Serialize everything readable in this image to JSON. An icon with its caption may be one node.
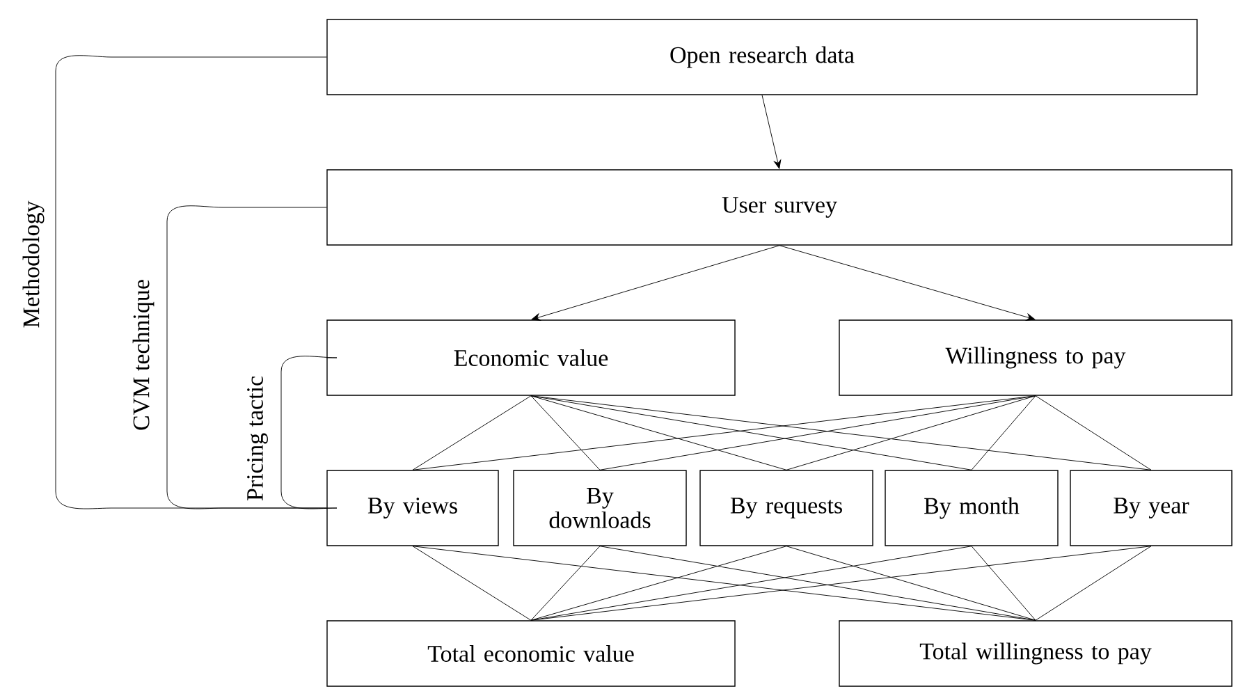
{
  "diagram": {
    "nodes": [
      {
        "text": [
          "Open research data"
        ]
      },
      {
        "text": [
          "User survey"
        ]
      },
      {
        "text": [
          "Economic value"
        ]
      },
      {
        "text": [
          "Willingness to pay"
        ]
      },
      {
        "text": [
          "By views"
        ]
      },
      {
        "text": [
          "By downloads"
        ]
      },
      {
        "text": [
          "By requests"
        ]
      },
      {
        "text": [
          "By month"
        ]
      },
      {
        "text": [
          "By year"
        ]
      },
      {
        "text": [
          "Total economic value"
        ]
      },
      {
        "text": [
          "Total willingness to pay"
        ]
      }
    ],
    "edges": [
      {
        "from": 0,
        "to": 1,
        "arrow": "to"
      },
      {
        "from": 1,
        "to": 2,
        "arrow": "to"
      },
      {
        "from": 1,
        "to": 3,
        "arrow": "to"
      },
      {
        "from": 2,
        "to": 4,
        "arrow": "none"
      },
      {
        "from": 2,
        "to": 5,
        "arrow": "none"
      },
      {
        "from": 2,
        "to": 6,
        "arrow": "none"
      },
      {
        "from": 2,
        "to": 7,
        "arrow": "none"
      },
      {
        "from": 2,
        "to": 8,
        "arrow": "none"
      },
      {
        "from": 3,
        "to": 4,
        "arrow": "none"
      },
      {
        "from": 3,
        "to": 5,
        "arrow": "none"
      },
      {
        "from": 3,
        "to": 6,
        "arrow": "none"
      },
      {
        "from": 3,
        "to": 7,
        "arrow": "none"
      },
      {
        "from": 3,
        "to": 8,
        "arrow": "none"
      },
      {
        "from": 4,
        "to": 9,
        "arrow": "none"
      },
      {
        "from": 5,
        "to": 9,
        "arrow": "none"
      },
      {
        "from": 6,
        "to": 9,
        "arrow": "none"
      },
      {
        "from": 7,
        "to": 9,
        "arrow": "none"
      },
      {
        "from": 8,
        "to": 9,
        "arrow": "none"
      },
      {
        "from": 4,
        "to": 10,
        "arrow": "none"
      },
      {
        "from": 5,
        "to": 10,
        "arrow": "none"
      },
      {
        "from": 6,
        "to": 10,
        "arrow": "none"
      },
      {
        "from": 7,
        "to": 10,
        "arrow": "none"
      },
      {
        "from": 8,
        "to": 10,
        "arrow": "none"
      },
      {
        "from": 0,
        "to": 4,
        "arrow": "none",
        "label": "Methodology"
      },
      {
        "from": 1,
        "to": 4,
        "arrow": "none",
        "label": "CVM technique"
      },
      {
        "from": 2,
        "to": 4,
        "arrow": "none",
        "label": "Pricing tactic"
      }
    ]
  }
}
